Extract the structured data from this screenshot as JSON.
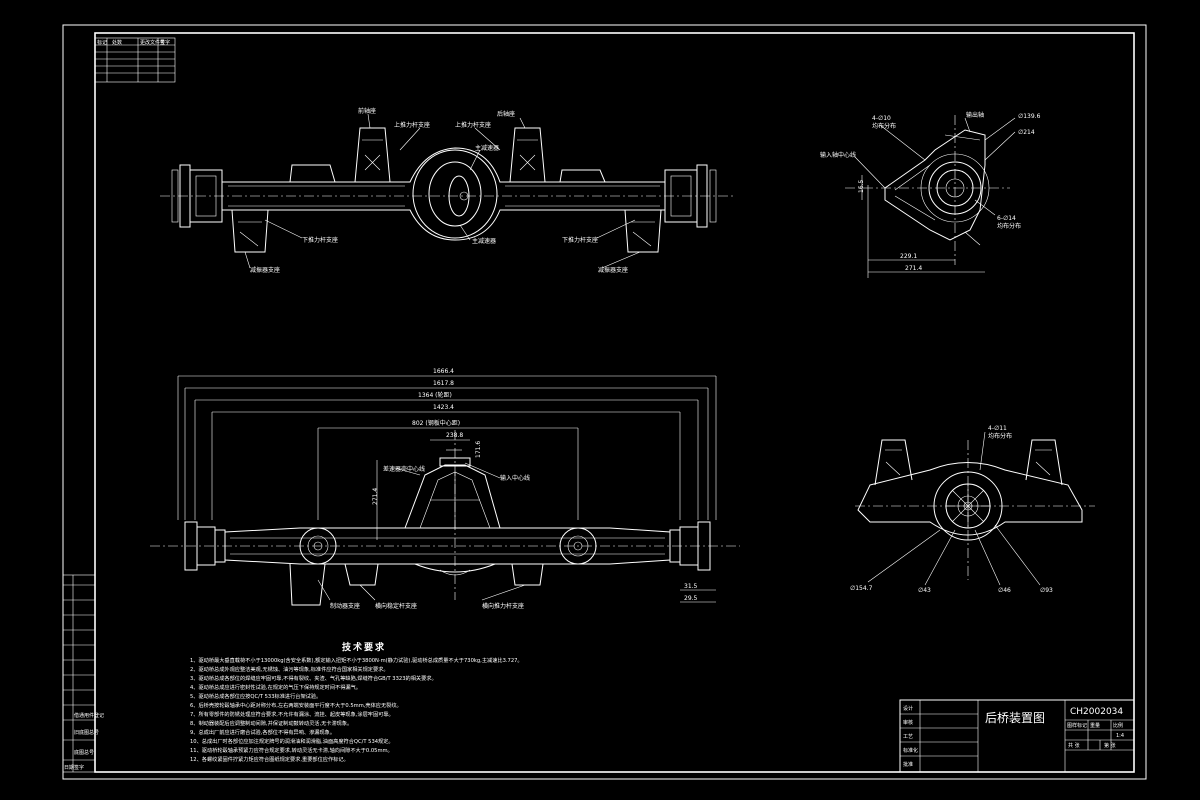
{
  "colors": {
    "background": "#000000",
    "lines": "#ffffff"
  },
  "top_view_labels": {
    "left_bracket": "前轴座",
    "upper_arm_bracket_left": "上推力杆支座",
    "upper_arm_bracket_right": "上推力杆支座",
    "right_bracket": "后轴座",
    "axle_housing": "主减速器",
    "lower_arm_left": "下推力杆支座",
    "lower_arm_right": "下推力杆支座",
    "housing_center": "主减速器",
    "spring_seat_left": "减振器支座",
    "spring_seat_right": "减振器支座"
  },
  "side_view": {
    "input_center": "输入轴中心线",
    "bolt_note": "4-∅10",
    "bolt_note_2": "均布分布",
    "bolt_note_3": "6-∅14",
    "bolt_note_4": "均布分布",
    "gear_label": "输出轴",
    "dia_1": "∅139.6",
    "dia_2": "∅214",
    "dim_1": "229.1",
    "dim_2": "271.4",
    "dim_3": "16.5"
  },
  "front_view": {
    "dims": [
      "1666.4",
      "1617.8",
      "1364 (轮距)",
      "1423.4",
      "802 (钢板中心距)"
    ],
    "small_dims": [
      "238.8",
      "171.6"
    ],
    "dim_height": "271.4",
    "label_input": "输入中心线",
    "label_housing": "差速器壳中心线",
    "bottom_labels": [
      "制动器支座",
      "横向稳定杆支座",
      "横向推力杆支座"
    ],
    "right_dims": [
      "31.5",
      "29.5"
    ]
  },
  "rear_view": {
    "bolt_note": "4-∅11",
    "bolt_note_2": "均布分布",
    "dims": [
      "∅154.7",
      "∅43",
      "∅46",
      "∅93"
    ]
  },
  "tech_req": {
    "title": "技术要求",
    "lines": [
      "1、驱动桥最大垂直载荷不小于13000kg(含安全系数),额定输入扭矩不小于3800N·m(静力试验),驱动桥总成质量不大于730kg,主减速比3.727。",
      "2、驱动桥总成外观应整洁美观,无锈蚀、油污等现象,标准件应符合国家相关规定要求。",
      "3、驱动桥总成各部位的焊缝应牢固可靠,不得有裂纹、夹渣、气孔等缺陷,焊缝符合GB/T 3323的相关要求。",
      "4、驱动桥总成应进行密封性试验,在规定的气压下保持规定时间不得漏气。",
      "5、驱动桥总成各部位应按QC/T 533标准进行台架试验。",
      "6、后桥壳按轮毂轴承中心距对称分布,左右两端安装面平行度不大于0.5mm,壳体应无裂纹。",
      "7、所有零部件的防锈处理应符合要求,不允许有漏涂、流挂、起皮等现象,涂层牢固可靠。",
      "8、制动器装配后应调整制动间隙,并保证制动鼓转动灵活,无卡滞现象。",
      "9、总成出厂前应进行磨合试验,各部位不得有异响、渗漏现象。",
      "10、总成出厂时各部位应加注规定牌号的润滑油和润滑脂,油面高度符合QC/T 534规定。",
      "11、驱动桥轮毂轴承预紧力应符合规定要求,转动灵活无卡滞,轴向间隙不大于0.05mm。",
      "12、各螺纹紧固件拧紧力矩应符合图纸规定要求,重要部位应作标记。"
    ]
  },
  "title_block": {
    "drawing_title": "后桥装置图",
    "drawing_code": "CH2002034",
    "scale": "1:4",
    "row_labels": [
      "设计",
      "审核",
      "工艺",
      "标准化",
      "批准"
    ],
    "header_labels": [
      "图样标记",
      "重量",
      "比例"
    ],
    "sheet_info": [
      "共 张",
      "第 张"
    ]
  },
  "revision_table": {
    "headers": [
      "标记",
      "处数",
      "更改文件号",
      "签字"
    ]
  },
  "left_strip_labels": [
    "借通用件登记",
    "旧底图总号",
    "底图总号",
    "签字",
    "日期"
  ]
}
